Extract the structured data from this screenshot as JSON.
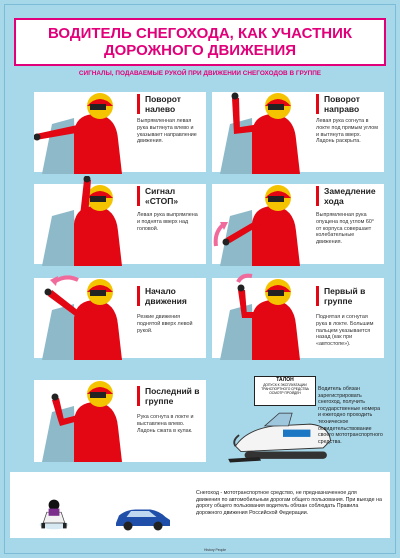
{
  "title": "ВОДИТЕЛЬ СНЕГОХОДА, КАК УЧАСТНИК ДОРОЖНОГО ДВИЖЕНИЯ",
  "subtitle": "СИГНАЛЫ, ПОДАВАЕМЫЕ РУКОЙ ПРИ ДВИЖЕНИИ СНЕГОХОДОВ В ГРУППЕ",
  "signals": [
    {
      "label": "Поворот налево",
      "desc": "Выпрямленная левая рука вытянута влево и указывает направление движения."
    },
    {
      "label": "Поворот направо",
      "desc": "Левая рука согнута в локте под прямым углом и вытянута вверх. Ладонь раскрыта."
    },
    {
      "label": "Сигнал «СТОП»",
      "desc": "Левая рука выпрямлена и поднята вверх над головой."
    },
    {
      "label": "Замедление хода",
      "desc": "Выпрямленная рука опущена под углом 60° от корпуса совершает колебательные движения."
    },
    {
      "label": "Начало движения",
      "desc": "Резкие движения поднятой вверх левой рукой."
    },
    {
      "label": "Первый в группе",
      "desc": "Поднятая и согнутая рука в локте. Большим пальцем указывается назад (как при «автостопе»)."
    },
    {
      "label": "Последний в группе",
      "desc": "Рука согнута в локте и выставлена влево. Ладонь сжата в кулак."
    }
  ],
  "talon": {
    "header": "ТАЛОН",
    "text": "ДОПУСК К ЭКСПЛУАТАЦИИ ТРАНСПОРТНОГО СРЕДСТВА ОСМОТР ПРОЙДЕН"
  },
  "registration_note": "Водитель обязан зарегистрировать снегоход, получить государственные номера и ежегодно проходить техническое освидетельствование своего мототранспортного средства.",
  "bottom_note": "Снегоход - мототранспортное средство, не предназначенное для движения по автомобильным дорогам общего пользования. При выезде на дорогу общего пользования водитель обязан соблюдать Правила дорожного движения Российской Федерации.",
  "brand": "History People",
  "colors": {
    "accent": "#e2007a",
    "background": "#a7d8ea",
    "suit": "#e30613",
    "helmet": "#f5c400"
  }
}
